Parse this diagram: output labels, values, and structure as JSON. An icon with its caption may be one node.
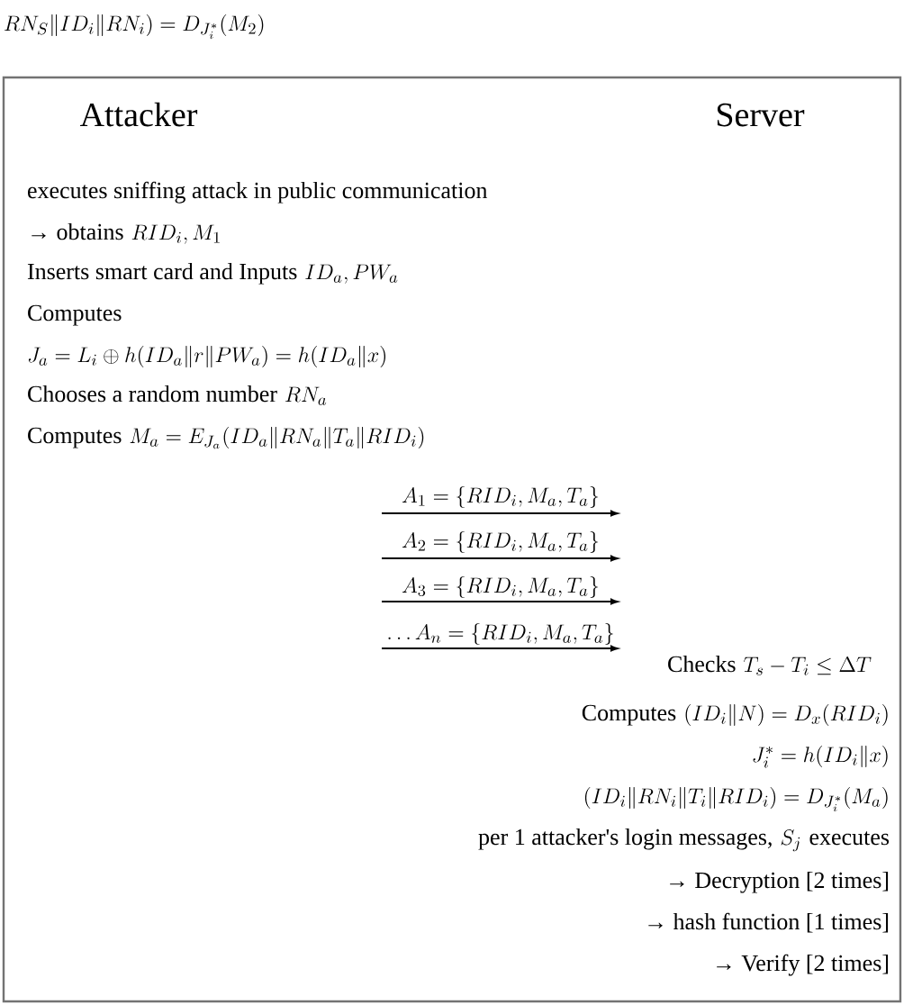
{
  "diagram": {
    "labels": [
      "RN_S \\| ID_i \\| RN_i) = D_{J_i^*}(M_2)",
      "Attacker",
      "Server",
      "executes sniffing attack in public communication",
      "→ obtains",
      "RID_i, M_1",
      "Inserts smart card and Inputs",
      "ID_a, PW_a",
      "Computes",
      "J_a = L_i \\oplus h(ID_a \\| r \\| PW_a) = h(ID_a \\| x)",
      "Chooses a random number",
      "RN_a",
      "Computes",
      "M_a = E_{J_a}(ID_a \\| RN_a \\| T_a \\| RID_i)",
      "A_1 = \\{RID_i, M_a, T_a\\}",
      "A_2 = \\{RID_i, M_a, T_a\\}",
      "A_3 = \\{RID_i, M_a, T_a\\}",
      "\\ldots A_n = \\{RID_i, M_a, T_a\\}",
      "Checks",
      "T_s - T_i \\le \\Delta T",
      "Computes",
      "(ID_i \\| N) = D_x(RID_i)",
      "J_i^* = h(ID_i \\| x)",
      "(ID_i \\| RN_i \\| T_i \\| RID_i) = D_{J_i^*}(M_a)",
      "per 1 attacker's login messages,",
      "S_j",
      "executes",
      "→ Decryption [2 times]",
      "→ hash function [1 times]",
      "→ Verify [2 times]"
    ]
  }
}
